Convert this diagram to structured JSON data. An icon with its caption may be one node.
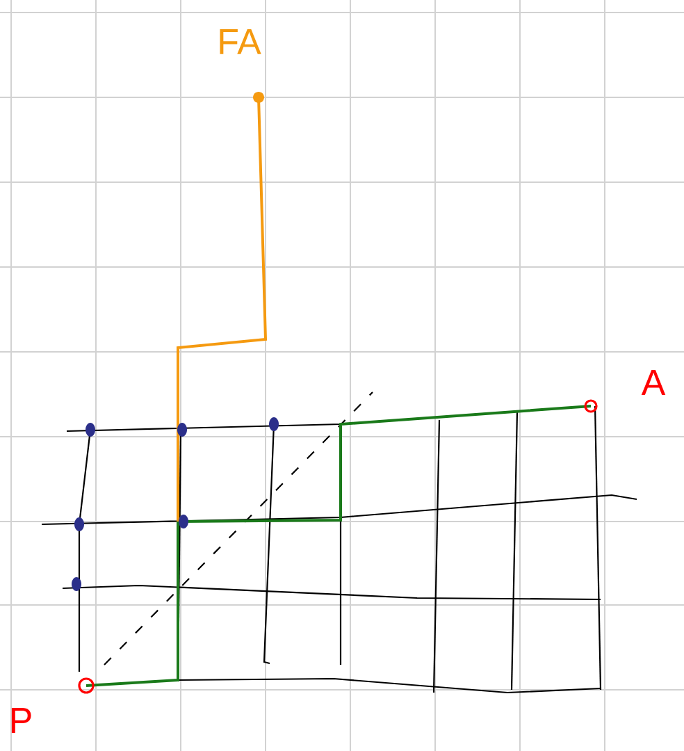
{
  "diagram": {
    "labels": [
      "FA",
      "A",
      "P"
    ]
  }
}
